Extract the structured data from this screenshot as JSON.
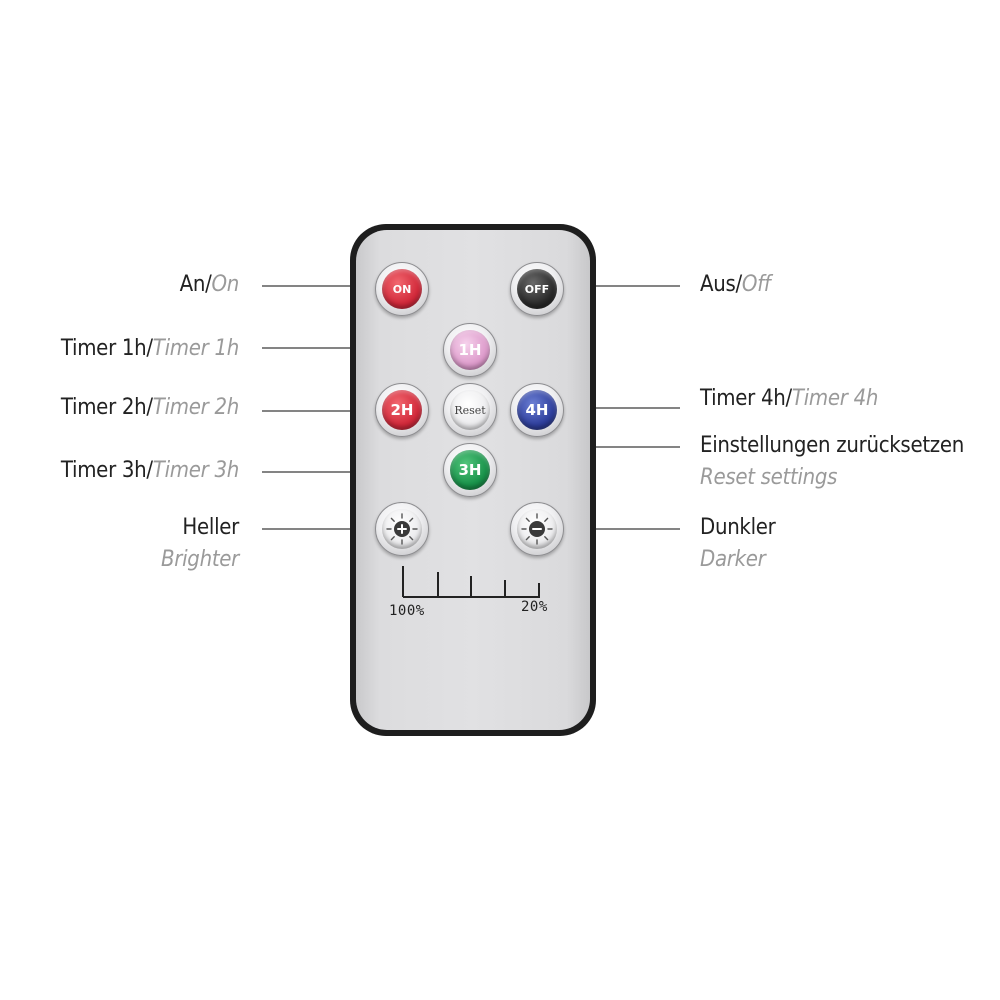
{
  "buttons": {
    "on": "ON",
    "off": "OFF",
    "timer_1h": "1H",
    "timer_2h": "2H",
    "reset": "Reset",
    "timer_4h": "4H",
    "timer_3h": "3H"
  },
  "scale": {
    "left": "100%",
    "right": "20%"
  },
  "labels": {
    "on": {
      "de": "An/",
      "en": "On"
    },
    "off": {
      "de": "Aus/",
      "en": "Off"
    },
    "timer_1h": {
      "de": "Timer 1h/",
      "en": "Timer 1h"
    },
    "timer_2h": {
      "de": "Timer 2h/",
      "en": "Timer 2h"
    },
    "timer_3h": {
      "de": "Timer 3h/",
      "en": "Timer 3h"
    },
    "timer_4h": {
      "de": "Timer 4h/",
      "en": "Timer 4h"
    },
    "reset": {
      "de": "Einstellungen zurücksetzen",
      "en": "Reset settings"
    },
    "brighter": {
      "de": "Heller",
      "en": "Brighter"
    },
    "darker": {
      "de": "Dunkler",
      "en": "Darker"
    }
  },
  "colors": {
    "on": "#d1293a",
    "off": "#2a2a2a",
    "timer_1h": "#dd9bcb",
    "timer_2h": "#d1293a",
    "timer_4h": "#2f3f9c",
    "timer_3h": "#19924a",
    "label_en": "#9a9a9a"
  },
  "icons": {
    "brighter": "sun-plus-icon",
    "darker": "sun-minus-icon"
  }
}
